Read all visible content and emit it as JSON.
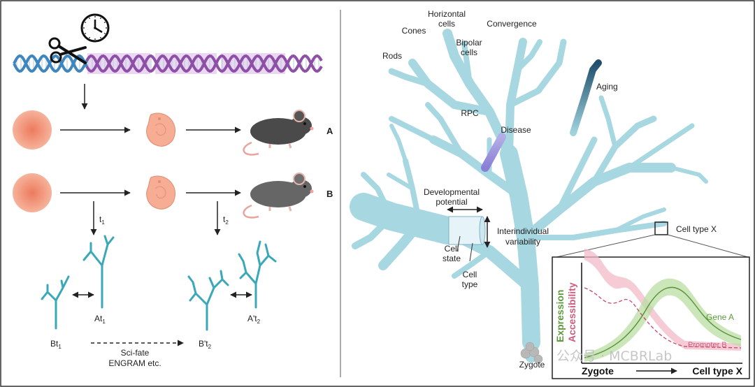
{
  "left_panel": {
    "row_a_label": "A",
    "row_b_label": "B",
    "t1_label": "t",
    "t1_sub": "1",
    "t2_label": "t",
    "t2_sub": "2",
    "at1_label": "At",
    "at1_sub": "1",
    "bt1_label": "Bt",
    "bt1_sub": "1",
    "bpt2_label": "B't",
    "bpt2_sub": "2",
    "apt2_label": "A't",
    "apt2_sub": "2",
    "method_line1": "Sci-fate",
    "method_line2": "ENGRAM etc."
  },
  "right_panel": {
    "labels": {
      "horizontal_line1": "Horizontal",
      "horizontal_line2": "cells",
      "cones": "Cones",
      "convergence": "Convergence",
      "bipolar_line1": "Bipolar",
      "bipolar_line2": "cells",
      "rods": "Rods",
      "aging": "Aging",
      "rpc": "RPC",
      "disease": "Disease",
      "dev_potential_line1": "Developmental",
      "dev_potential_line2": "potential",
      "interindividual_line1": "Interindividual",
      "interindividual_line2": "variability",
      "cell_state_line1": "Cell",
      "cell_state_line2": "state",
      "cell_type_line1": "Cell",
      "cell_type_line2": "type",
      "cell_type_x": "Cell type X",
      "zygote": "Zygote"
    },
    "inset": {
      "y_label_expression": "Expression",
      "y_label_accessibility": "Accessibility",
      "x_start": "Zygote",
      "x_end": "Cell type X",
      "gene_a": "Gene A",
      "promoter_b": "Promoter B"
    },
    "watermark": "公众号 · MCBRLab"
  },
  "colors": {
    "dna_blue": "#4a8fc4",
    "dna_purple": "#9a5cb0",
    "highlight_purple": "#e3cdef",
    "egg": "#f2967b",
    "tree": "#9fd3de",
    "lineage": "#3aa8b8",
    "aging": "#2e5e7a",
    "disease": "#7a70c8",
    "gene_a": "#8bbf60",
    "promoter_b": "#e07b97"
  }
}
